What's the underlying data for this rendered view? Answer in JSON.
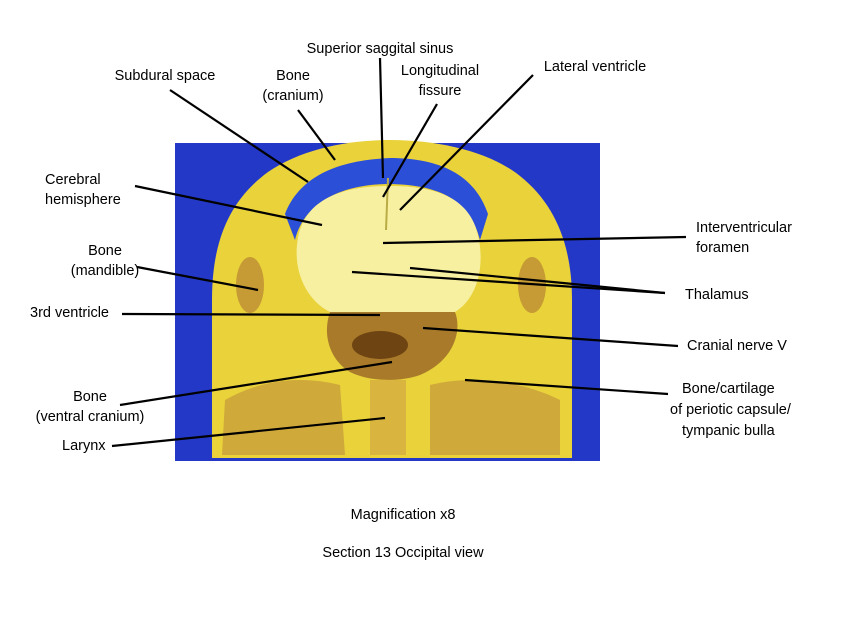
{
  "labels": {
    "superior_sagittal_sinus": "Superior saggital sinus",
    "subdural_space": "Subdural space",
    "bone_cranium_1": "Bone",
    "bone_cranium_2": "(cranium)",
    "longitudinal_fissure_1": "Longitudinal",
    "longitudinal_fissure_2": "fissure",
    "lateral_ventricle": "Lateral ventricle",
    "cerebral_hemisphere_1": "Cerebral",
    "cerebral_hemisphere_2": "hemisphere",
    "interventricular_foramen_1": "Interventricular",
    "interventricular_foramen_2": "foramen",
    "bone_mandible_1": "Bone",
    "bone_mandible_2": "(mandible)",
    "thalamus": "Thalamus",
    "third_ventricle": "3rd ventricle",
    "cranial_nerve_v": "Cranial nerve V",
    "bone_ventral_cranium_1": "Bone",
    "bone_ventral_cranium_2": "(ventral cranium)",
    "bone_cartilage_1": "Bone/cartilage",
    "bone_cartilage_2": "of periotic capsule/",
    "bone_cartilage_3": "tympanic bulla",
    "larynx": "Larynx"
  },
  "captions": {
    "magnification": "Magnification x8",
    "section": "Section 13 Occipital view"
  },
  "colors": {
    "background_blue": "#2438c8",
    "tissue_yellow": "#f2e24a",
    "brain_pale": "#f8f3a8",
    "ventricle_blue": "#2c4fd8",
    "brown_tissue": "#8a5a1c"
  }
}
